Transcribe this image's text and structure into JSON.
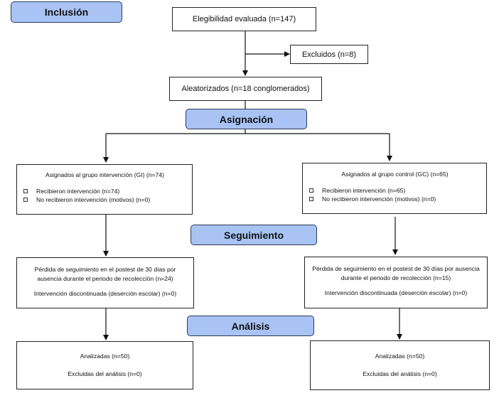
{
  "stages": {
    "inclusion": "Inclusión",
    "assignment": "Asignación",
    "followup": "Seguimiento",
    "analysis": "Análisis"
  },
  "enrollment": {
    "eligibility": "Elegibilidad evaluada (n=147)",
    "excluded": "Excluidos (n=8)",
    "randomized": "Aleatorizados (n=18 conglomerados)"
  },
  "intervention": {
    "allocation_title": "Asignados al grupo intervención (GI) (n=74)",
    "received": "Recibieron intervención (n=74)",
    "not_received": "No recibieron intervención (motivos) (n=0)",
    "lost": "Pérdida de seguimiento en el postest de 30 días por ausencia durante el periodo de recolección (n=24)",
    "discontinued": "Intervención discontinuada (deserción escolar) (n=0)",
    "analyzed": "Analizadas (n=50)",
    "excluded_analysis": "Excluidas del análisis (n=0)"
  },
  "control": {
    "allocation_title": "Asignados al grupo control (GC) (n=65)",
    "received": "Recibieron intervención (n=65)",
    "not_received": "No recibieron intervención (motivos) (n=0)",
    "lost": "Pérdida de seguimiento en el postest de 30 días por ausencia durante el periodo de recolección (n=15)",
    "discontinued": "Intervención discontinuada (deserción escolar) (n=0)",
    "analyzed": "Analizadas (n=50)",
    "excluded_analysis": "Excluidas del análisis (n=0)"
  }
}
